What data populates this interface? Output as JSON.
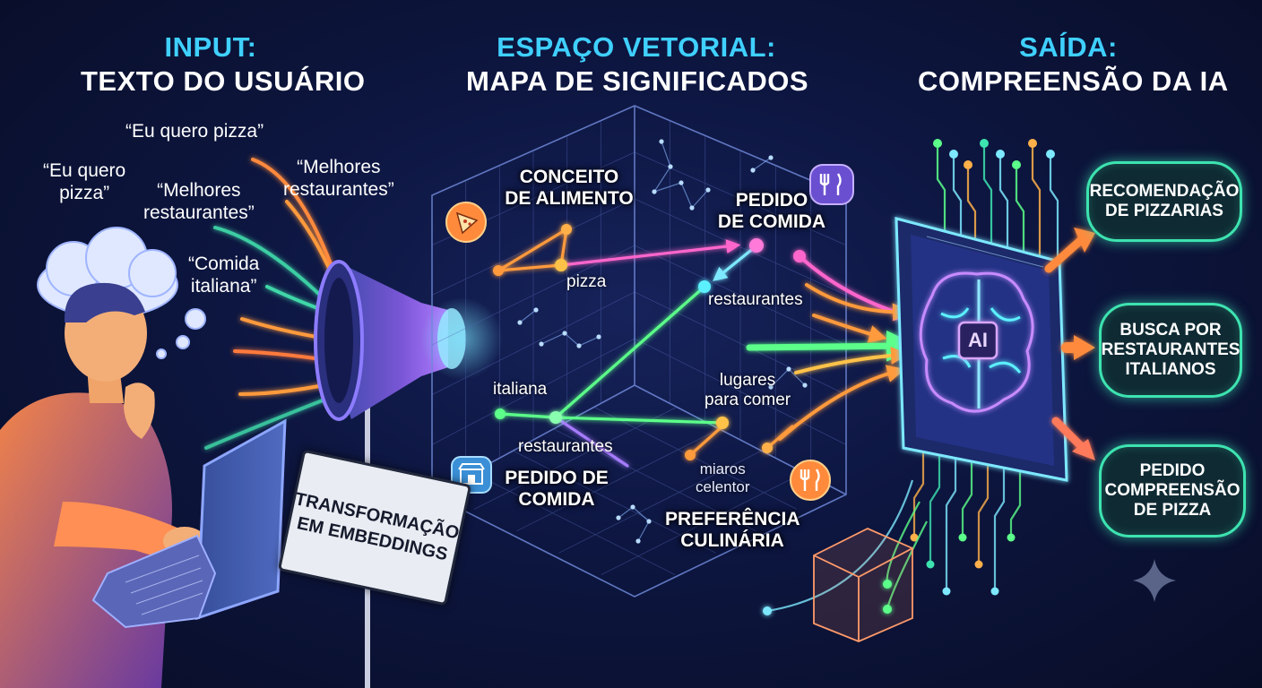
{
  "headers": {
    "input": {
      "line1": "INPUT:",
      "line2": "TEXTO DO USUÁRIO"
    },
    "space": {
      "line1": "ESPAÇO VETORIAL:",
      "line2": "MAPA DE SIGNIFICADOS"
    },
    "output": {
      "line1": "SAÍDA:",
      "line2": "COMPREENSÃO DA IA"
    }
  },
  "quotes": {
    "q1": "“Eu quero pizza”",
    "q2a": "“Eu quero",
    "q2b": "pizza”",
    "q3a": "“Melhores",
    "q3b": "restaurantes”",
    "q4a": "“Melhores",
    "q4b": "restaurantes”",
    "q5a": "“Comida",
    "q5b": "italiana”"
  },
  "funnel_sign": {
    "line1": "TRANSFORMAÇÃO",
    "line2": "EM EMBEDDINGS"
  },
  "concepts": {
    "conceito_a": "CONCEITO",
    "conceito_b": "DE ALIMENTO",
    "pedido1_a": "PEDIDO",
    "pedido1_b": "DE COMIDA",
    "pedido2_a": "PEDIDO DE",
    "pedido2_b": "COMIDA",
    "pref_a": "PREFERÊNCIA",
    "pref_b": "CULINÁRIA"
  },
  "words": {
    "pizza": "pizza",
    "restaurantes_top": "restaurantes",
    "italiana": "italiana",
    "restaurantes_low": "restaurantes",
    "lugares_a": "lugares",
    "lugares_b": "para comer",
    "miaros_a": "miaros",
    "miaros_b": "celentor"
  },
  "chip": {
    "label": "AI"
  },
  "outputs": [
    {
      "lines": [
        "RECOMENDAÇÃO",
        "DE PIZZARIAS"
      ]
    },
    {
      "lines": [
        "BUSCA POR",
        "RESTAURANTES",
        "ITALIANOS"
      ]
    },
    {
      "lines": [
        "PEDIDO",
        "COMPREENSÃO",
        "DE PIZZA"
      ]
    }
  ],
  "icons": [
    "pizza-icon",
    "fork-knife-icon",
    "store-icon",
    "brain-icon",
    "sparkle-icon"
  ],
  "colors": {
    "cyan": "#3fd0ff",
    "orange": "#ff9a3c",
    "pink": "#ff66cc",
    "green": "#5cff8a",
    "teal": "#3de3b0",
    "yellow": "#ffc24a"
  }
}
